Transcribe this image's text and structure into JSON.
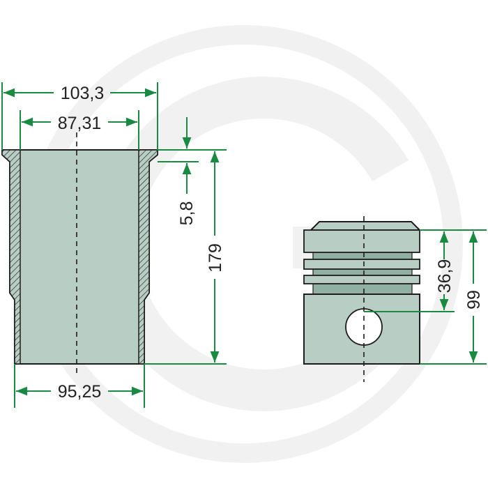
{
  "colors": {
    "dimension": "#1a8a43",
    "part_fill": "#b8cdc4",
    "outline": "#1c1c1c",
    "watermark": "#f1f1f1"
  },
  "watermark": {
    "icon": "circle-g-logo-icon"
  },
  "cylinder_liner": {
    "dim_top_outer": "103,3",
    "dim_bore": "87,31",
    "dim_collar_height": "5,8",
    "dim_total_height": "179",
    "dim_bottom_outer": "95,25"
  },
  "piston": {
    "dim_pin_height": "36,9",
    "dim_total_height": "99"
  }
}
